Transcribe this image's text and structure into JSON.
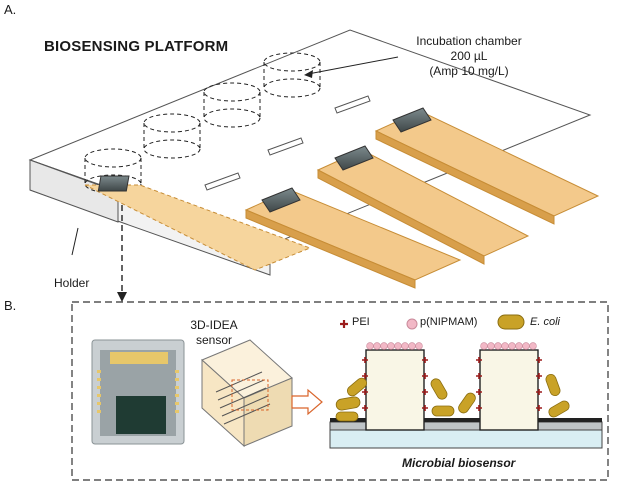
{
  "panel_a": "A.",
  "panel_b": "B.",
  "platform_title": "BIOSENSING PLATFORM",
  "incubation": {
    "line1": "Incubation chamber",
    "line2": "200 µL",
    "line3": "(Amp 10 mg/L)"
  },
  "holder": "Holder",
  "sensor_label": {
    "line1": "3D-IDEA",
    "line2": "sensor"
  },
  "legend": {
    "pei": "PEI",
    "pnipmam": "p(NIPMAM)",
    "ecoli": "E. coli"
  },
  "caption": "Microbial biosensor",
  "colors": {
    "strip": "#f3c98b",
    "strip_side": "#d89f4b",
    "ecoli": "#c9a227",
    "pei": "#9b1c1c",
    "pnipmam": "#f2b8c6"
  }
}
